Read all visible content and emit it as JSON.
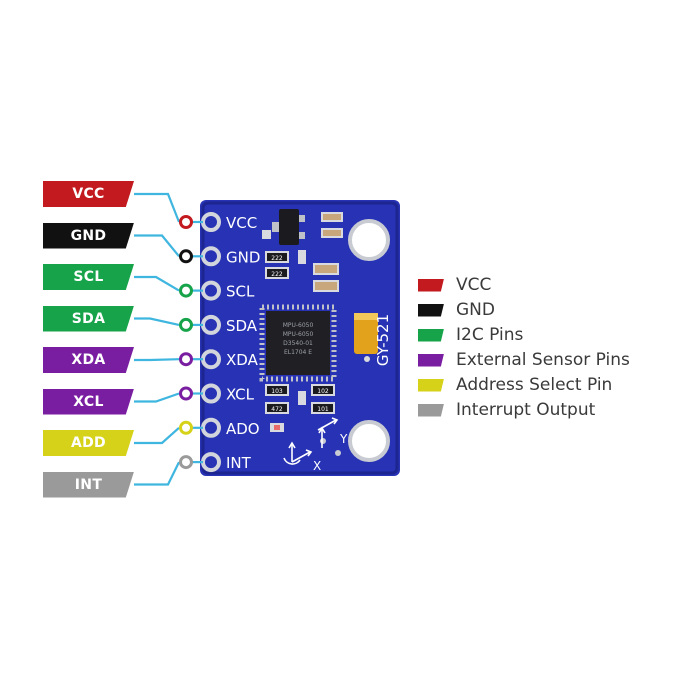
{
  "pin_labels": [
    {
      "text": "VCC",
      "color": "#c21a1f",
      "text_color": "#ffffff"
    },
    {
      "text": "GND",
      "color": "#111111",
      "text_color": "#ffffff"
    },
    {
      "text": "SCL",
      "color": "#16a34a",
      "text_color": "#ffffff"
    },
    {
      "text": "SDA",
      "color": "#16a34a",
      "text_color": "#ffffff"
    },
    {
      "text": "XDA",
      "color": "#7a1ea1",
      "text_color": "#ffffff"
    },
    {
      "text": "XCL",
      "color": "#7a1ea1",
      "text_color": "#ffffff"
    },
    {
      "text": "ADD",
      "color": "#d6d21a",
      "text_color": "#ffffff"
    },
    {
      "text": "INT",
      "color": "#9a9a9a",
      "text_color": "#ffffff"
    }
  ],
  "board": {
    "pins": [
      "VCC",
      "GND",
      "SCL",
      "SDA",
      "XDA",
      "XCL",
      "ADO",
      "INT"
    ],
    "model": "GY-521",
    "chip_lines": [
      "MPU-6050",
      "MPU-6050",
      "D3540-01",
      "EL1704 E"
    ],
    "smd_codes": [
      "222",
      "222",
      "103",
      "472",
      "102",
      "101"
    ],
    "axis_x": "X",
    "axis_y": "Y",
    "colors": {
      "pcb": "#2733b4",
      "pcb_dark": "#1d2690",
      "silk": "#ffffff",
      "pad": "#c9cbd3"
    }
  },
  "legend": [
    {
      "text": "VCC",
      "color": "#c21a1f"
    },
    {
      "text": "GND",
      "color": "#111111"
    },
    {
      "text": "I2C Pins",
      "color": "#16a34a"
    },
    {
      "text": "External Sensor Pins",
      "color": "#7a1ea1"
    },
    {
      "text": "Address Select Pin",
      "color": "#d6d21a"
    },
    {
      "text": "Interrupt Output",
      "color": "#9a9a9a"
    }
  ],
  "wire_color": "#3fb6df"
}
